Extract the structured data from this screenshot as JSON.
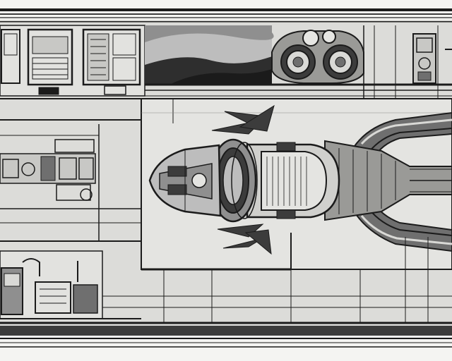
{
  "image": {
    "kind": "technical blueprint illustration",
    "subject": "spaceship-engine-cutaway",
    "palette": {
      "paper": "#f4f4f2",
      "panel": "#d9d9d6",
      "panel_light": "#e6e6e3",
      "ink": "#1b1b1b",
      "mid": "#6f6f6f",
      "shade": "#3c3c3c",
      "banner_dark": "#2e2e2e",
      "banner_light": "#bdbdbd"
    },
    "elements": [
      "top-frame-band",
      "top-left-machinery-panel",
      "top-sky-banner",
      "top-right-goggle-machine",
      "corner-device",
      "main-drawing-frame",
      "left-schematic-panel",
      "bottom-left-machinery-panel",
      "ship-nose-cone",
      "ship-ring-housing",
      "ship-cylinder-core",
      "ship-tail-section",
      "upper-curved-arm",
      "lower-curved-arm",
      "upper-spike-fins",
      "lower-spike-fins",
      "bottom-frame-bands"
    ]
  }
}
